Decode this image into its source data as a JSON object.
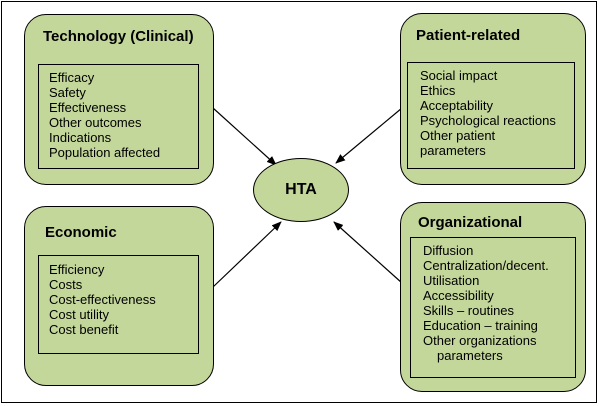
{
  "center": {
    "label": "HTA"
  },
  "boxes": {
    "technology": {
      "title": "Technology (Clinical)",
      "items": [
        "Efficacy",
        "Safety",
        "Effectiveness",
        "Other outcomes",
        "Indications",
        "Population affected"
      ]
    },
    "patient": {
      "title": "Patient-related",
      "items": [
        "Social impact",
        "Ethics",
        "Acceptability",
        "Psychological reactions",
        "Other patient",
        "parameters"
      ]
    },
    "economic": {
      "title": "Economic",
      "items": [
        "Efficiency",
        "Costs",
        "Cost-effectiveness",
        "Cost utility",
        "Cost benefit"
      ]
    },
    "organizational": {
      "title": "Organizational",
      "items": [
        "Diffusion",
        "Centralization/decent.",
        "Utilisation",
        "Accessibility",
        "Skills – routines",
        "Education – training",
        "Other organizations",
        "parameters"
      ]
    }
  },
  "colors": {
    "box_fill": "#c4d79b",
    "border": "#000000"
  }
}
